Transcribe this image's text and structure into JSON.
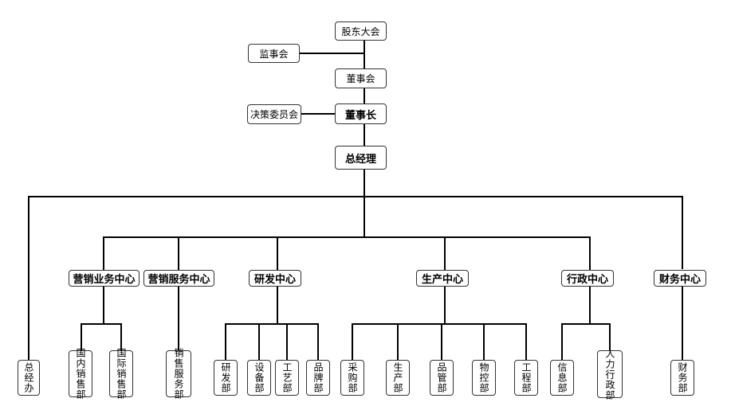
{
  "org": {
    "shareholders": "股东大会",
    "supervisors": "监事会",
    "board": "董事会",
    "chairman": "董事长",
    "decision_committee": "决策委员会",
    "general_manager": "总经理",
    "gm_office": "总经办",
    "centers": {
      "marketing": {
        "name": "营销业务中心",
        "departments": [
          "国内销售部",
          "国际销售部"
        ]
      },
      "service": {
        "name": "营销服务中心",
        "departments": [
          "销售服务部"
        ]
      },
      "rnd": {
        "name": "研发中心",
        "departments": [
          "研发部",
          "设备部",
          "工艺部",
          "品牌部"
        ]
      },
      "production": {
        "name": "生产中心",
        "departments": [
          "采购部",
          "生产部",
          "品管部",
          "物控部",
          "工程部"
        ]
      },
      "admin": {
        "name": "行政中心",
        "departments": [
          "信息部",
          "人力行政部"
        ]
      },
      "finance": {
        "name": "财务中心",
        "departments": [
          "财务部"
        ]
      }
    }
  }
}
